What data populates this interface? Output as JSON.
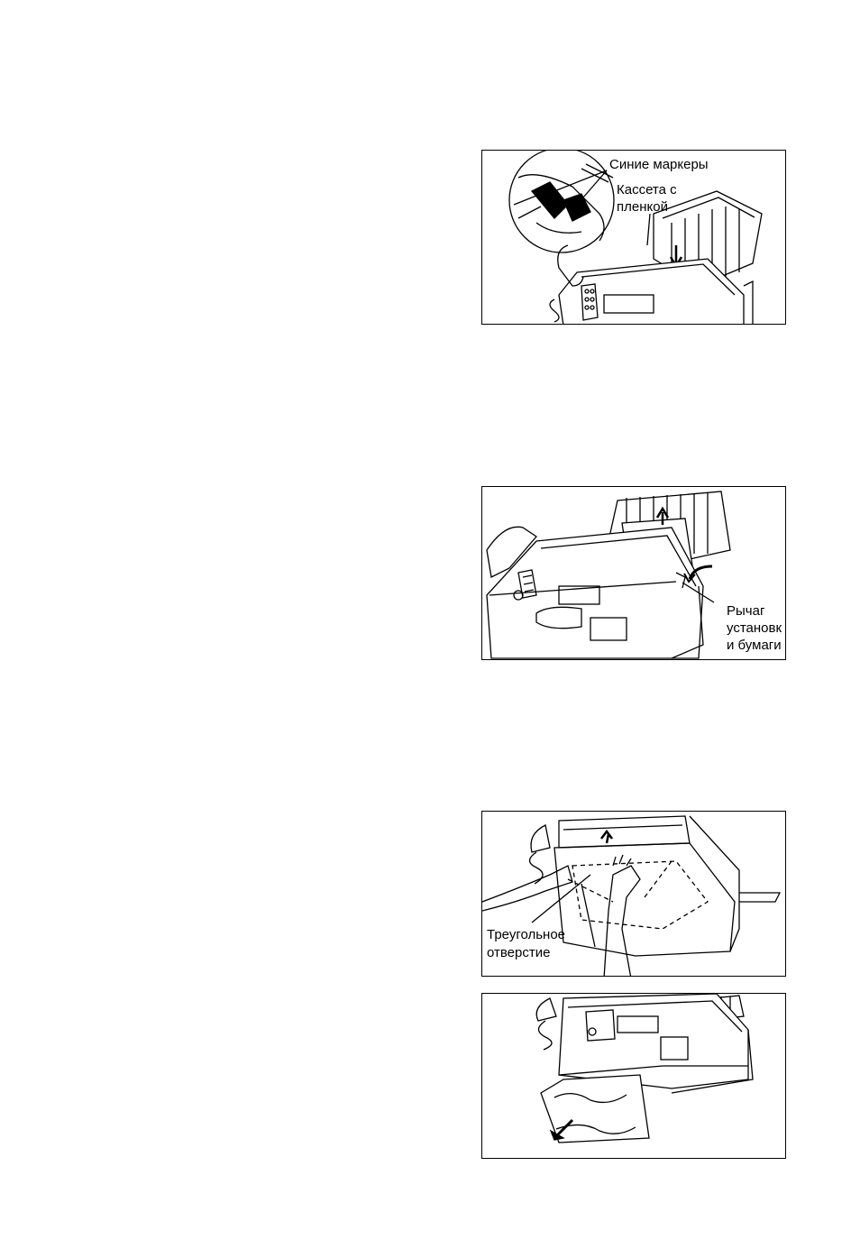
{
  "figures": [
    {
      "labels": {
        "blue_markers": "Синие маркеры",
        "film_cassette_line1": "Кассета с",
        "film_cassette_line2": "пленкой"
      }
    },
    {
      "labels": {
        "lever_line1": "Рычаг",
        "lever_line2": "установк",
        "lever_line3": "и бумаги"
      }
    },
    {
      "labels": {
        "hole_line1": "Треугольное",
        "hole_line2": "отверстие"
      }
    },
    {
      "labels": {}
    }
  ]
}
